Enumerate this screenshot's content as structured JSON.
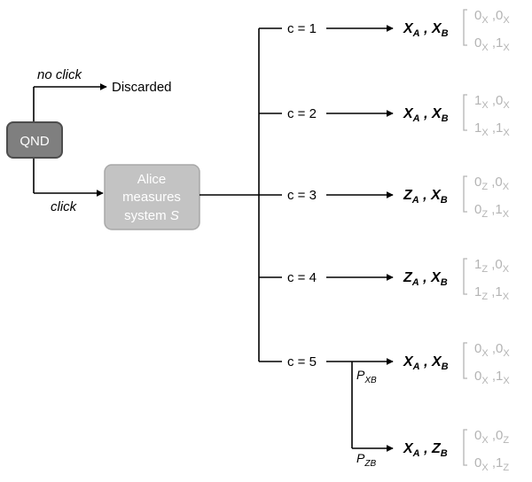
{
  "colors": {
    "qnd_fill": "#7f7f7f",
    "qnd_border": "#4d4d4d",
    "alice_fill": "#c3c3c3",
    "alice_border": "#a8a8a8",
    "line": "#000000",
    "outcome_text": "#b4b4b4",
    "text": "#000000",
    "box_text": "#ffffff"
  },
  "qnd": {
    "label": "QND"
  },
  "no_click": {
    "label": "no click",
    "target": "Discarded"
  },
  "click": {
    "label": "click"
  },
  "alice": {
    "line1": "Alice",
    "line2": "measures",
    "line3_prefix": "system ",
    "line3_var": "S"
  },
  "branches": [
    {
      "label": "c = 1",
      "bases": [
        {
          "a": "X",
          "as": "A",
          "b": "X",
          "bs": "B"
        }
      ],
      "outcomes": [
        [
          "0",
          "X",
          "0",
          "X"
        ],
        [
          "0",
          "X",
          "1",
          "X"
        ]
      ]
    },
    {
      "label": "c = 2",
      "bases": [
        {
          "a": "X",
          "as": "A",
          "b": "X",
          "bs": "B"
        }
      ],
      "outcomes": [
        [
          "1",
          "X",
          "0",
          "X"
        ],
        [
          "1",
          "X",
          "1",
          "X"
        ]
      ]
    },
    {
      "label": "c = 3",
      "bases": [
        {
          "a": "Z",
          "as": "A",
          "b": "X",
          "bs": "B"
        }
      ],
      "outcomes": [
        [
          "0",
          "Z",
          "0",
          "X"
        ],
        [
          "0",
          "Z",
          "1",
          "X"
        ]
      ]
    },
    {
      "label": "c = 4",
      "bases": [
        {
          "a": "Z",
          "as": "A",
          "b": "X",
          "bs": "B"
        }
      ],
      "outcomes": [
        [
          "1",
          "Z",
          "0",
          "X"
        ],
        [
          "1",
          "Z",
          "1",
          "X"
        ]
      ]
    },
    {
      "label": "c = 5",
      "sub": [
        {
          "prob": "P",
          "prob_sub": "XB",
          "a": "X",
          "as": "A",
          "b": "X",
          "bs": "B",
          "outcomes": [
            [
              "0",
              "X",
              "0",
              "X"
            ],
            [
              "0",
              "X",
              "1",
              "X"
            ]
          ]
        },
        {
          "prob": "P",
          "prob_sub": "ZB",
          "a": "X",
          "as": "A",
          "b": "Z",
          "bs": "B",
          "outcomes": [
            [
              "0",
              "X",
              "0",
              "Z"
            ],
            [
              "0",
              "X",
              "1",
              "Z"
            ]
          ]
        }
      ]
    }
  ]
}
